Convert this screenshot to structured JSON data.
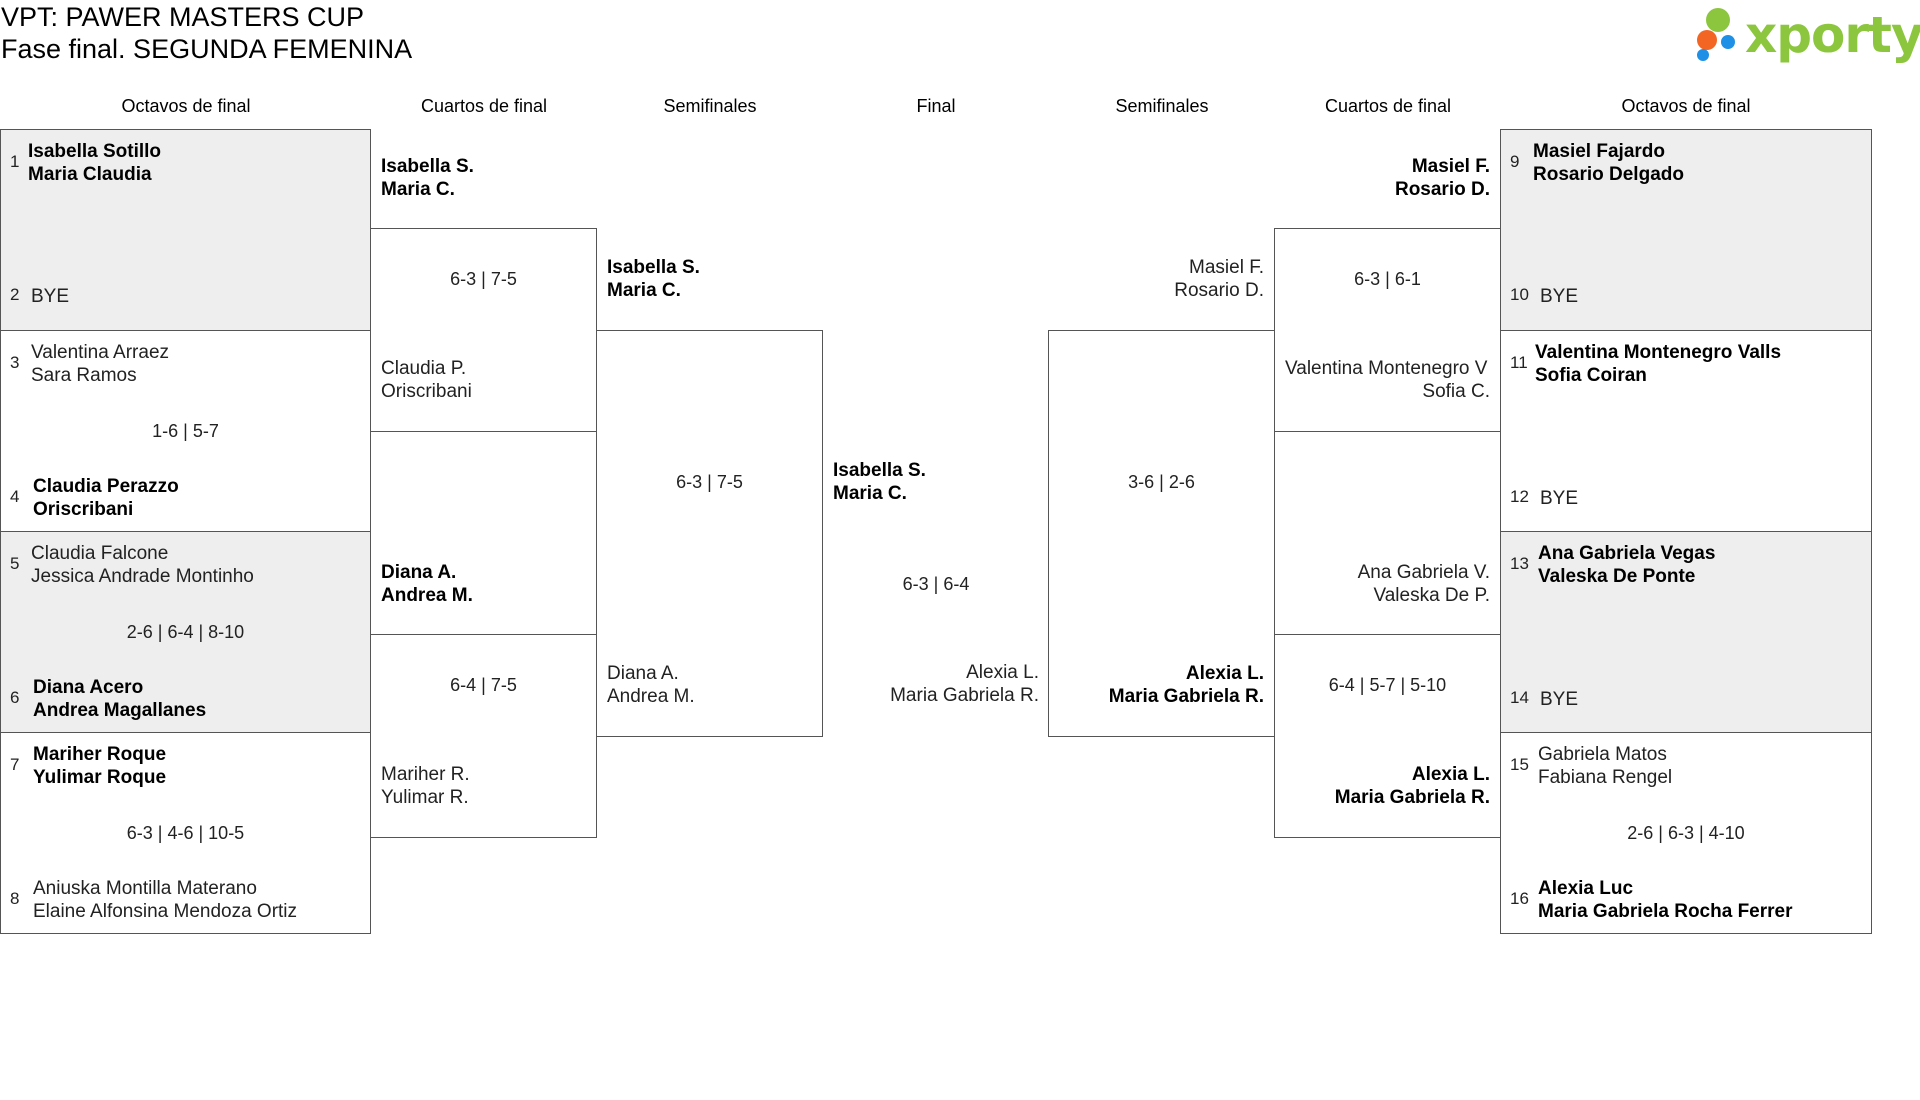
{
  "title": {
    "line1": "VPT: PAWER MASTERS CUP",
    "line2": "Fase final. SEGUNDA FEMENINA"
  },
  "logo": {
    "text": "xporty",
    "colors": {
      "green": "#8cc63f",
      "blue": "#1e90e6",
      "orange": "#f26522"
    }
  },
  "rounds": {
    "left_r16": "Octavos de final",
    "left_qf": "Cuartos de final",
    "left_sf": "Semifinales",
    "final": "Final",
    "right_sf": "Semifinales",
    "right_qf": "Cuartos de final",
    "right_r16": "Octavos de final"
  },
  "left_r16": [
    {
      "s1": "1",
      "p1": [
        "Isabella Sotillo",
        "Maria Claudia"
      ],
      "s2": "2",
      "p2": [
        "BYE"
      ],
      "score": ""
    },
    {
      "s1": "3",
      "p1": [
        "Valentina Arraez",
        "Sara Ramos"
      ],
      "s2": "4",
      "p2": [
        "Claudia Perazzo",
        "Oriscribani"
      ],
      "score": "1-6 | 5-7"
    },
    {
      "s1": "5",
      "p1": [
        "Claudia Falcone",
        "Jessica Andrade Montinho"
      ],
      "s2": "6",
      "p2": [
        "Diana Acero",
        "Andrea Magallanes"
      ],
      "score": "2-6 | 6-4 | 8-10"
    },
    {
      "s1": "7",
      "p1": [
        "Mariher Roque",
        "Yulimar Roque"
      ],
      "s2": "8",
      "p2": [
        "Aniuska Montilla Materano",
        "Elaine Alfonsina Mendoza Ortiz"
      ],
      "score": "6-3 | 4-6 | 10-5"
    }
  ],
  "left_qf": [
    {
      "p1": [
        "Isabella S.",
        "Maria C."
      ],
      "p2": [
        "Claudia P.",
        "Oriscribani"
      ],
      "score": "6-3 | 7-5"
    },
    {
      "p1": [
        "Diana A.",
        "Andrea M."
      ],
      "p2": [
        "Mariher R.",
        "Yulimar R."
      ],
      "score": "6-4 | 7-5"
    }
  ],
  "left_sf": {
    "p1": [
      "Isabella S.",
      "Maria C."
    ],
    "p2": [
      "Diana A.",
      "Andrea M."
    ],
    "score": "6-3 | 7-5"
  },
  "final": {
    "p1": [
      "Isabella S.",
      "Maria C."
    ],
    "p2": [
      "Alexia L.",
      "Maria Gabriela R."
    ],
    "score": "6-3 | 6-4"
  },
  "right_sf": {
    "p1": [
      "Masiel F.",
      "Rosario D."
    ],
    "p2": [
      "Alexia L.",
      "Maria Gabriela R."
    ],
    "score": "3-6 | 2-6"
  },
  "right_qf": [
    {
      "p1": [
        "Masiel F.",
        "Rosario D."
      ],
      "p2": [
        "Valentina Montenegro V",
        "Sofia C."
      ],
      "score": "6-3 | 6-1"
    },
    {
      "p1": [
        "Ana Gabriela V.",
        "Valeska De P."
      ],
      "p2": [
        "Alexia L.",
        "Maria Gabriela R."
      ],
      "score": "6-4 | 5-7 | 5-10"
    }
  ],
  "right_r16": [
    {
      "s1": "9",
      "p1": [
        "Masiel Fajardo",
        "Rosario Delgado"
      ],
      "s2": "10",
      "p2": [
        "BYE"
      ],
      "score": ""
    },
    {
      "s1": "11",
      "p1": [
        "Valentina Montenegro Valls",
        "Sofia Coiran"
      ],
      "s2": "12",
      "p2": [
        "BYE"
      ],
      "score": ""
    },
    {
      "s1": "13",
      "p1": [
        "Ana Gabriela Vegas",
        "Valeska De Ponte"
      ],
      "s2": "14",
      "p2": [
        "BYE"
      ],
      "score": ""
    },
    {
      "s1": "15",
      "p1": [
        "Gabriela Matos",
        "Fabiana Rengel"
      ],
      "s2": "16",
      "p2": [
        "Alexia Luc",
        "Maria Gabriela Rocha Ferrer"
      ],
      "score": "2-6 | 6-3 | 4-10"
    }
  ]
}
